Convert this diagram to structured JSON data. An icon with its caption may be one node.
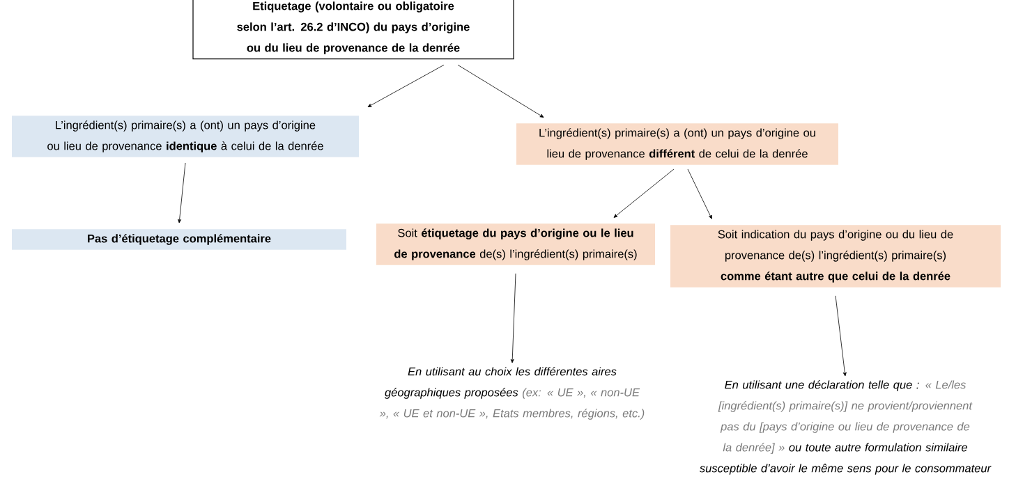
{
  "diagram": {
    "nodes": [
      {
        "text": [
          "Etiquetage (volontaire ou obligatoire selon l’art. 26.2 d’INCO) du pays d’origine ou du lieu de provenance de la denrée"
        ]
      },
      {
        "text": [
          "L’ingrédient(s) primaire(s) a (ont) un pays d’origine ou lieu de provenance **identique** à celui de la denrée"
        ]
      },
      {
        "text": [
          "Pas d’étiquetage complémentaire"
        ]
      },
      {
        "text": [
          "L’ingrédient(s) primaire(s) a (ont) un pays d’origine ou lieu de provenance **différent** de celui de la denrée"
        ]
      },
      {
        "text": [
          "Soit **étiquetage du pays d’origine ou le lieu de provenance** de(s) l’ingrédient(s) primaire(s)"
        ]
      },
      {
        "text": [
          "Soit indication du pays d’origine ou du lieu de provenance de(s) l’ingrédient(s) primaire(s) **comme étant autre que celui de la denrée**"
        ]
      },
      {
        "text": [
          "En utilisant au choix les différentes aires géographiques proposées",
          "(ex: « UE », « non-UE », « UE et non-UE », Etats membres, régions, etc.)"
        ]
      },
      {
        "text": [
          "En utilisant une déclaration telle que :",
          "« Le/les [ingrédient(s) primaire(s)] ne provient/proviennent pas du [pays d’origine ou lieu de provenance de la denrée] »",
          "ou toute autre formulation similaire susceptible d’avoir le même sens pour le consommateur"
        ]
      }
    ],
    "edges": [
      {
        "from": 0,
        "to": 1,
        "arrow": "to"
      },
      {
        "from": 0,
        "to": 3,
        "arrow": "to"
      },
      {
        "from": 1,
        "to": 2,
        "arrow": "to"
      },
      {
        "from": 3,
        "to": 4,
        "arrow": "to"
      },
      {
        "from": 3,
        "to": 5,
        "arrow": "to"
      },
      {
        "from": 4,
        "to": 6,
        "arrow": "to"
      },
      {
        "from": 5,
        "to": 7,
        "arrow": "to"
      }
    ]
  }
}
